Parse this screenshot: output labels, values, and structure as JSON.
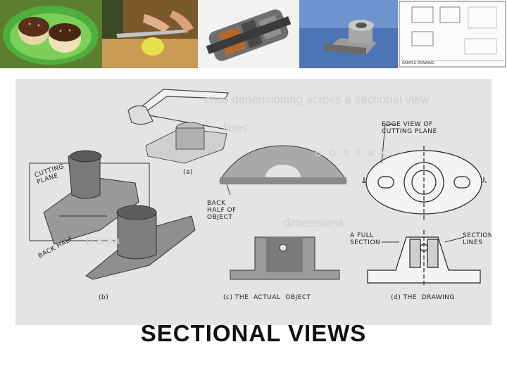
{
  "slide": {
    "title": "SECTIONAL VIEWS"
  },
  "thumbnails": [
    {
      "name": "donut-photo"
    },
    {
      "name": "cutting-food-photo"
    },
    {
      "name": "cutaway-engine-render"
    },
    {
      "name": "3d-part-render"
    },
    {
      "name": "engineering-drawing-sheet",
      "caption": "SAMPLE DRAWING"
    }
  ],
  "figure": {
    "labels": {
      "cutting_plane": "CUTTING\nPLANE",
      "back_half_left": "BACK HALF",
      "a": "(a)",
      "b": "(b)",
      "back_half_object": "BACK\nHALF OF\nOBJECT",
      "c": "(c) THE  ACTUAL  OBJECT",
      "edge_view": "EDGE VIEW OF\nCUTTING PLANE",
      "full_section": "A FULL\nSECTION",
      "section_lines": "SECTION\nLINES",
      "d": "(d) THE  DRAWING"
    },
    "background_text": [
      "ctice dimensioning across a sectional view",
      "lines.",
      "u o s t a c",
      "dimensions",
      "b area"
    ]
  }
}
